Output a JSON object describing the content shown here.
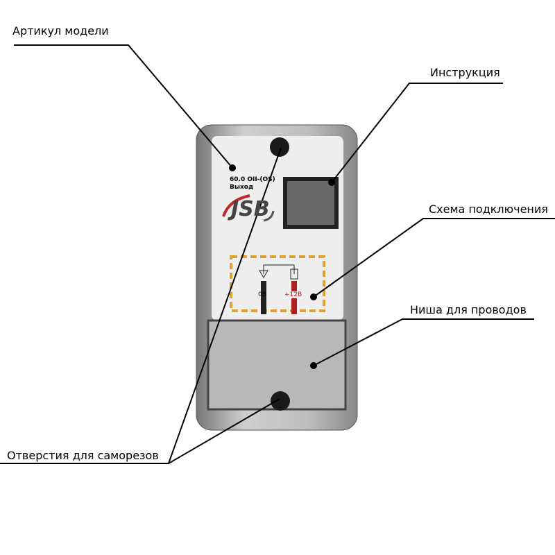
{
  "labels": {
    "article": "Артикул модели",
    "instruction": "Инструкция",
    "scheme": "Схема подключения",
    "niche": "Ниша для проводов",
    "holes": "Отверстия для саморезов"
  },
  "device": {
    "model_line1": "60.0 OII-(OS)",
    "model_line2": "Выход",
    "brand": "JSB",
    "terminal_0v": "0В",
    "terminal_12v": "+12В"
  },
  "colors": {
    "accent_red": "#c0282a",
    "dash_orange": "#e0a030",
    "metal": "#a8a8a8"
  }
}
